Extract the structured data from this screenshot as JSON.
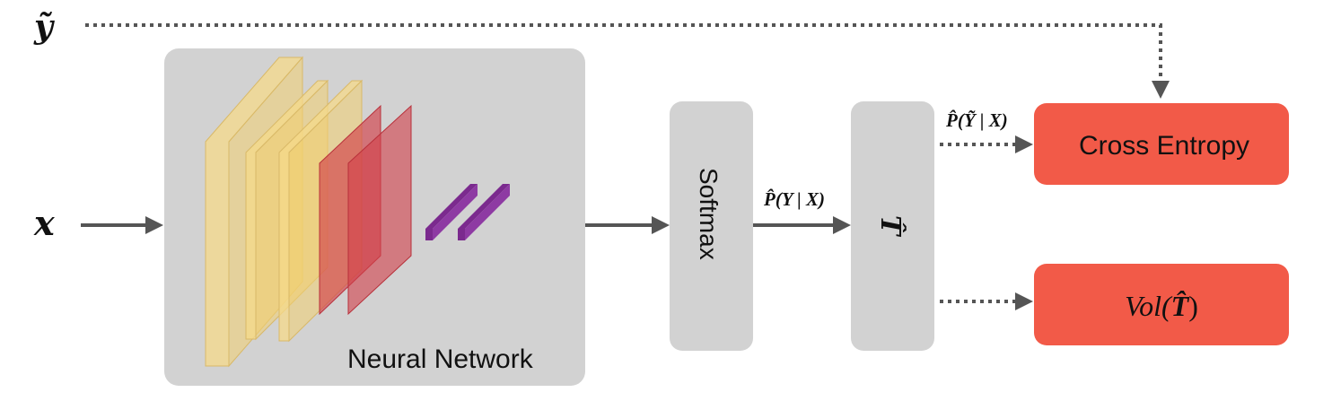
{
  "inputs": {
    "y_tilde": "ỹ",
    "x": "x"
  },
  "network": {
    "label": "Neural Network"
  },
  "softmax": {
    "label": "Softmax"
  },
  "t_hat_box": {
    "symbol": "T̂"
  },
  "edges": {
    "p_y_given_x": "P̂(Y | X)",
    "p_ytilde_given_x": "P̂(Ỹ | X)"
  },
  "outputs": {
    "cross_entropy": "Cross Entropy",
    "vol_prefix": "Vol(",
    "vol_symbol": "T̂",
    "vol_suffix": ")"
  },
  "colors": {
    "box_gray": "#d2d2d2",
    "output_red": "#f25a48",
    "arrow": "#555555",
    "layer_yellow": "#f6d98a",
    "layer_red": "#d2404a",
    "layer_purple": "#7b2a8e"
  }
}
